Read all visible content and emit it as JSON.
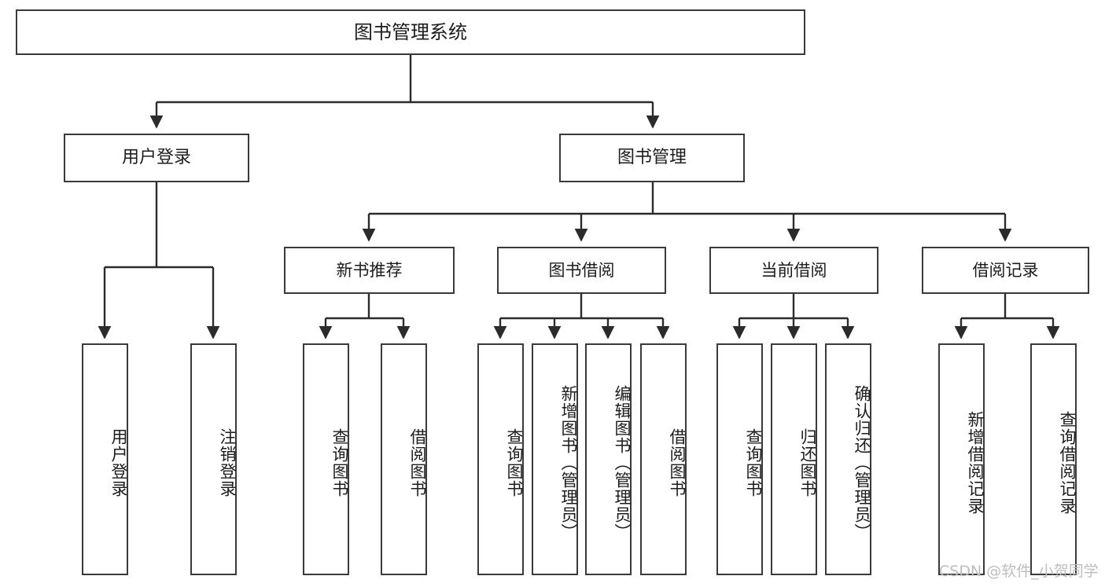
{
  "diagram": {
    "title": "图书管理系统",
    "type": "tree",
    "orientation": "top-down",
    "colors": {
      "box_border": "#3a3a3a",
      "box_fill": "#ffffff",
      "connector": "#2b2b2b",
      "text": "#1c1c1c",
      "watermark": "#bdbdbd",
      "background": "#ffffff"
    }
  },
  "nodes": {
    "root": {
      "label": "图书管理系统",
      "level": 1
    },
    "level2": [
      {
        "id": "user-login",
        "label": "用户登录"
      },
      {
        "id": "book-manage",
        "label": "图书管理"
      }
    ],
    "level3": [
      {
        "id": "new-book-recommend",
        "label": "新书推荐",
        "parent": "book-manage"
      },
      {
        "id": "book-borrow",
        "label": "图书借阅",
        "parent": "book-manage"
      },
      {
        "id": "current-borrow",
        "label": "当前借阅",
        "parent": "book-manage"
      },
      {
        "id": "borrow-record",
        "label": "借阅记录",
        "parent": "book-manage"
      }
    ],
    "leaves": [
      {
        "id": "leaf-user-login",
        "label": "用户登录",
        "parent": "user-login"
      },
      {
        "id": "leaf-logout",
        "label": "注销登录",
        "parent": "user-login"
      },
      {
        "id": "leaf-query-book-1",
        "label": "查询图书",
        "parent": "new-book-recommend"
      },
      {
        "id": "leaf-borrow-book-1",
        "label": "借阅图书",
        "parent": "new-book-recommend"
      },
      {
        "id": "leaf-query-book-2",
        "label": "查询图书",
        "parent": "book-borrow"
      },
      {
        "id": "leaf-add-book",
        "label": "新增图书（管理员）",
        "parent": "book-borrow"
      },
      {
        "id": "leaf-edit-book",
        "label": "编辑图书（管理员）",
        "parent": "book-borrow"
      },
      {
        "id": "leaf-borrow-book-2",
        "label": "借阅图书",
        "parent": "book-borrow"
      },
      {
        "id": "leaf-query-book-3",
        "label": "查询图书",
        "parent": "current-borrow"
      },
      {
        "id": "leaf-return-book",
        "label": "归还图书",
        "parent": "current-borrow"
      },
      {
        "id": "leaf-confirm-return",
        "label": "确认归还（管理员）",
        "parent": "current-borrow"
      },
      {
        "id": "leaf-add-record",
        "label": "新增借阅记录",
        "parent": "borrow-record"
      },
      {
        "id": "leaf-query-record",
        "label": "查询借阅记录",
        "parent": "borrow-record"
      }
    ]
  },
  "watermark": {
    "text": "CSDN @软件_小贺同学"
  }
}
